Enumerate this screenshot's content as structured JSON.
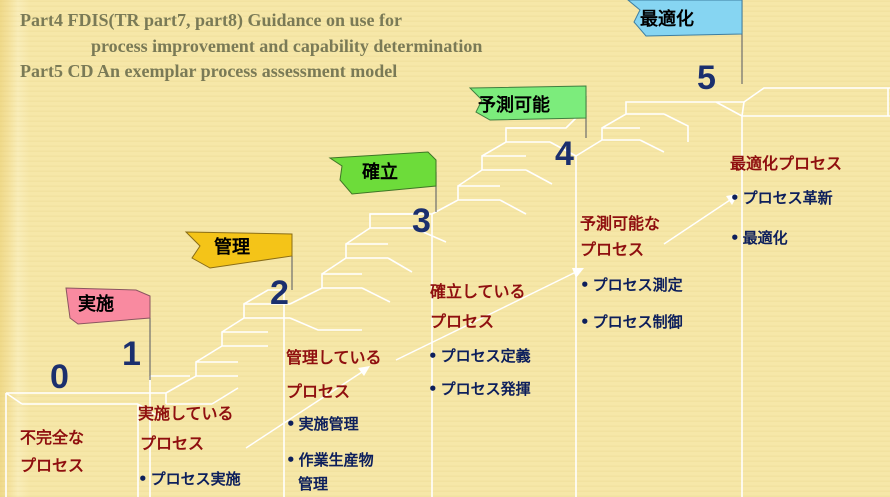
{
  "header": {
    "line1": "Part4  FDIS(TR part7, part8) Guidance on use for",
    "line2": "process improvement and capability determination",
    "line3": "Part5  CD An exemplar process assessment model"
  },
  "levels": [
    {
      "number": "0",
      "title": "",
      "process_line1": "不完全な",
      "process_line2": "プロセス",
      "bullets": []
    },
    {
      "number": "1",
      "title": "実施",
      "process_line1": "実施している",
      "process_line2": "プロセス",
      "bullets": [
        "プロセス実施"
      ]
    },
    {
      "number": "2",
      "title": "管理",
      "process_line1": "管理している",
      "process_line2": "プロセス",
      "bullets": [
        "実施管理",
        "作業生産物",
        "管理"
      ]
    },
    {
      "number": "3",
      "title": "確立",
      "process_line1": "確立している",
      "process_line2": "プロセス",
      "bullets": [
        "プロセス定義",
        "プロセス発揮"
      ]
    },
    {
      "number": "4",
      "title": "予測可能",
      "process_line1": "予測可能な",
      "process_line2": "プロセス",
      "bullets": [
        "プロセス測定",
        "プロセス制御"
      ]
    },
    {
      "number": "5",
      "title": "最適化",
      "process_line1": "最適化プロセス",
      "process_line2": "",
      "bullets": [
        "プロセス革新",
        "最適化"
      ]
    }
  ],
  "flag_colors": [
    "#f98aa0",
    "#f4c418",
    "#6ddc3a",
    "#7cec7c",
    "#86d5f2"
  ],
  "stair_color": "#ffffff",
  "text_colors": {
    "process": "#8f0f0f",
    "bullet": "#0d1f5c",
    "number": "#1b2f6e",
    "header": "#7a7a56"
  }
}
